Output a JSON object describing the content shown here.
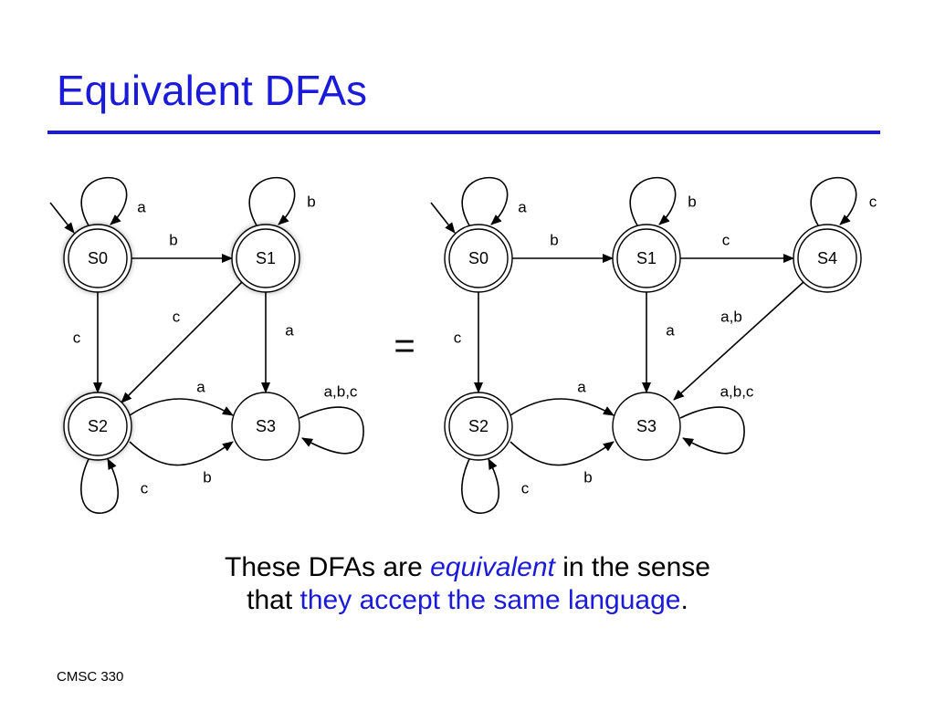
{
  "title": "Equivalent DFAs",
  "equals_sign": "=",
  "caption": {
    "line1_pre": "These DFAs are ",
    "line1_emph": "equivalent",
    "line1_post": " in the sense",
    "line2_pre": "that ",
    "line2_highlight": "they accept the same language",
    "line2_post": "."
  },
  "footer": "CMSC 330",
  "colors": {
    "title": "#1a1adb",
    "accent": "#1a1adb",
    "text": "#000000"
  },
  "left_dfa": {
    "start_state": "S0",
    "states": [
      {
        "name": "S0",
        "accepting": true
      },
      {
        "name": "S1",
        "accepting": true
      },
      {
        "name": "S2",
        "accepting": true
      },
      {
        "name": "S3",
        "accepting": false
      }
    ],
    "transitions": [
      {
        "from": "S0",
        "to": "S0",
        "label": "a"
      },
      {
        "from": "S0",
        "to": "S1",
        "label": "b"
      },
      {
        "from": "S0",
        "to": "S2",
        "label": "c"
      },
      {
        "from": "S1",
        "to": "S1",
        "label": "b"
      },
      {
        "from": "S1",
        "to": "S2",
        "label": "c"
      },
      {
        "from": "S1",
        "to": "S3",
        "label": "a"
      },
      {
        "from": "S2",
        "to": "S3",
        "label": "a"
      },
      {
        "from": "S2",
        "to": "S3",
        "label": "b"
      },
      {
        "from": "S2",
        "to": "S2",
        "label": "c"
      },
      {
        "from": "S3",
        "to": "S3",
        "label": "a,b,c"
      }
    ]
  },
  "right_dfa": {
    "start_state": "S0",
    "states": [
      {
        "name": "S0",
        "accepting": true
      },
      {
        "name": "S1",
        "accepting": true
      },
      {
        "name": "S4",
        "accepting": true
      },
      {
        "name": "S2",
        "accepting": true
      },
      {
        "name": "S3",
        "accepting": false
      }
    ],
    "transitions": [
      {
        "from": "S0",
        "to": "S0",
        "label": "a"
      },
      {
        "from": "S0",
        "to": "S1",
        "label": "b"
      },
      {
        "from": "S0",
        "to": "S2",
        "label": "c"
      },
      {
        "from": "S1",
        "to": "S1",
        "label": "b"
      },
      {
        "from": "S1",
        "to": "S4",
        "label": "c"
      },
      {
        "from": "S1",
        "to": "S3",
        "label": "a"
      },
      {
        "from": "S4",
        "to": "S4",
        "label": "c"
      },
      {
        "from": "S4",
        "to": "S3",
        "label": "a,b"
      },
      {
        "from": "S2",
        "to": "S3",
        "label": "a"
      },
      {
        "from": "S2",
        "to": "S3",
        "label": "b"
      },
      {
        "from": "S2",
        "to": "S2",
        "label": "c"
      },
      {
        "from": "S3",
        "to": "S3",
        "label": "a,b,c"
      }
    ]
  }
}
